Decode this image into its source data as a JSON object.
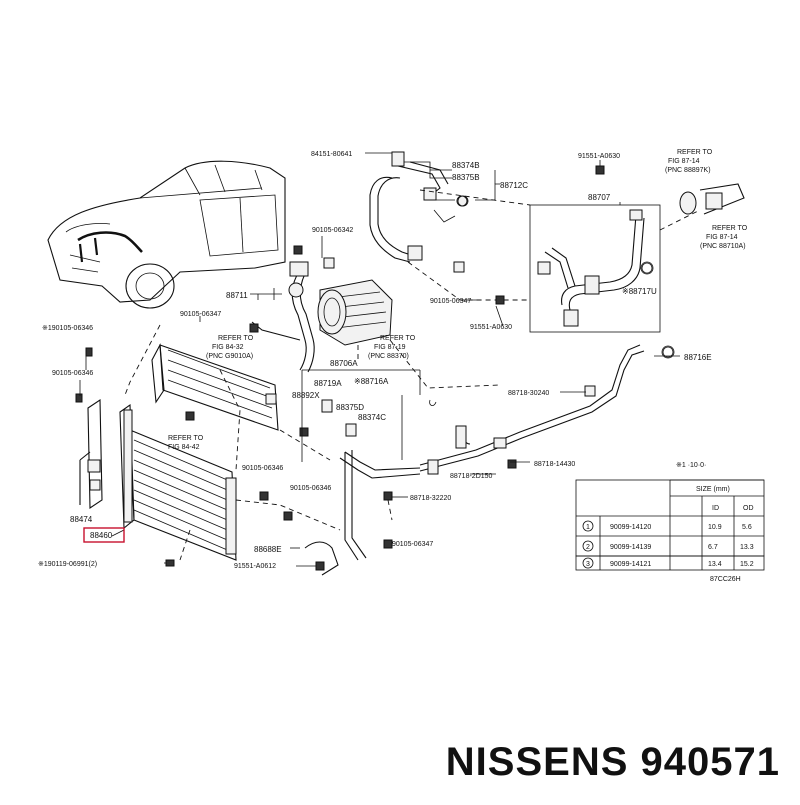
{
  "brand_caption": "NISSENS 940571",
  "diagram_code": "87CC26H",
  "callouts": {
    "c84151": "84151-80641",
    "c88374b": "88374B",
    "c88375b": "88375B",
    "c88712c": "88712C",
    "c91551a0630": "91551-A0630",
    "c88707": "88707",
    "c88717u": "※88717U",
    "ref8714a_1": "REFER TO",
    "ref8714a_2": "FIG 87-14",
    "ref8714a_3": "(PNC 88897K)",
    "ref8714b_1": "REFER TO",
    "ref8714b_2": "FIG 87-14",
    "ref8714b_3": "(PNC 88710A)",
    "c90105_06342": "90105-06342",
    "c88711": "88711",
    "c90105_06347a": "90105-06347",
    "c91551_a0630b": "91551-A0630",
    "ref8719_1": "REFER TO",
    "ref8719_2": "FIG 87-19",
    "ref8719_3": "(PNC 88370)",
    "c190105_06346": "※190105-06346",
    "c90105_06347b": "90105-06347",
    "ref8432_1": "REFER TO",
    "ref8432_2": "FIG 84-32",
    "ref8432_3": "(PNC G9010A)",
    "c88706a": "88706A",
    "c88719a": "88719A",
    "c88716a": "※88716A",
    "c88892x": "88892X",
    "c88375d": "88375D",
    "c88374c": "88374C",
    "c88716e": "88716E",
    "c88718_30240": "88718-30240",
    "c90105_06346l": "90105-06346",
    "c88474": "88474",
    "c88460": "88460",
    "ref8442_1": "REFER TO",
    "ref8442_2": "FIG 84-42",
    "c90105_06346b": "90105-06346",
    "c90105_06346c": "90105-06346",
    "c88718_2d150": "88718-2D150",
    "c88718_14430": "88718-14430",
    "c88718_32220": "88718-32220",
    "c90105_06347c": "90105-06347",
    "c88688e": "88688E",
    "c91551_a0612": "91551-A0612",
    "c190119": "※190119-06991(2)"
  },
  "torque_table": {
    "note": "※1  ·10·0·",
    "size_header": "SIZE (mm)",
    "col_id": "ID",
    "col_od": "OD",
    "rows": [
      {
        "num": "1",
        "part": "90099-14120",
        "id": "10.9",
        "od": "5.6"
      },
      {
        "num": "2",
        "part": "90099-14139",
        "id": "6.7",
        "od": "13.3"
      },
      {
        "num": "3",
        "part": "90099-14121",
        "id": "13.4",
        "od": "15.2"
      }
    ]
  }
}
